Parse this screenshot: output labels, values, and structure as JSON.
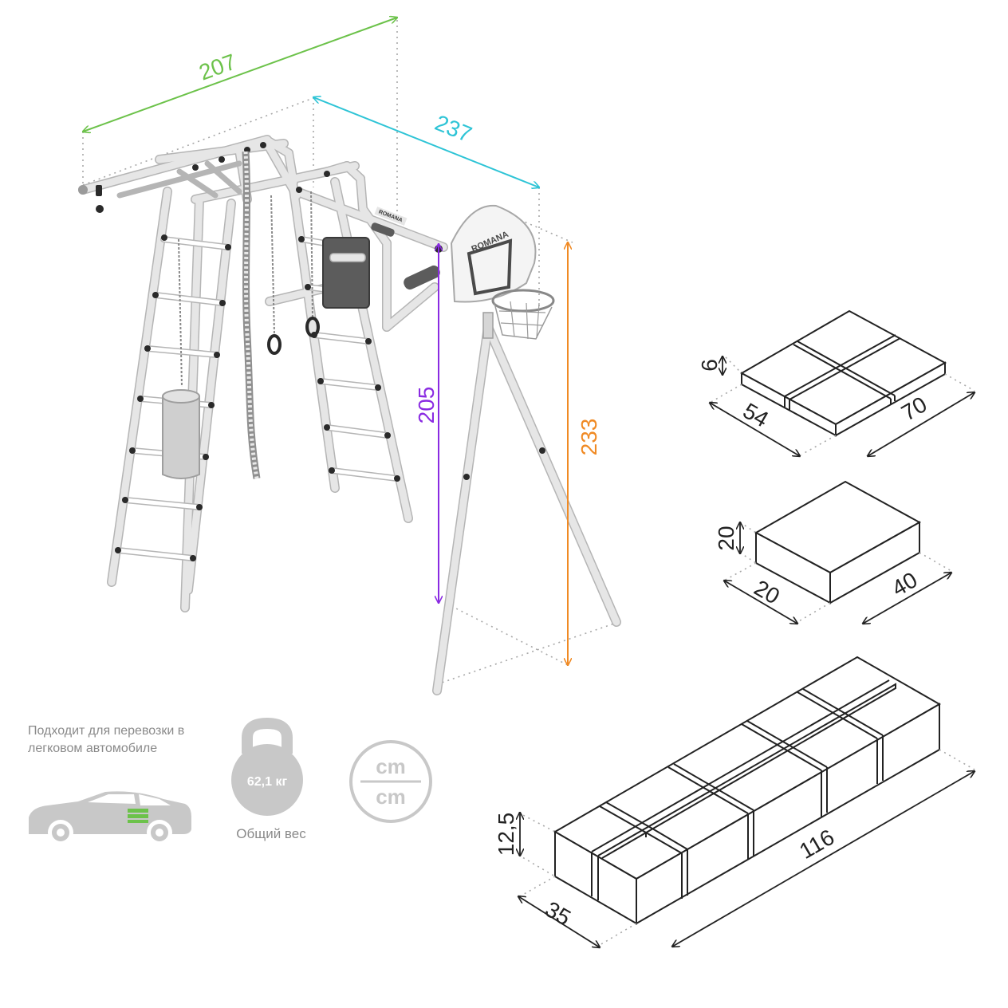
{
  "product": {
    "dimensions": {
      "width": "207",
      "length": "237",
      "height": "233",
      "bar_height": "205"
    },
    "backboard_brand": "ROMANA",
    "sign_brand": "ROMANA"
  },
  "packages": [
    {
      "height": "6",
      "width": "54",
      "length": "70"
    },
    {
      "height": "20",
      "width": "20",
      "length": "40"
    },
    {
      "height": "12,5",
      "width": "35",
      "length": "116"
    }
  ],
  "info": {
    "car_text": "Подходит для перевозки в легковом автомобиле",
    "weight_value": "62,1 кг",
    "weight_caption": "Общий вес",
    "units_top": "cm",
    "units_bottom": "cm"
  },
  "colors": {
    "width_dim": "#6cc24a",
    "length_dim": "#2ec4d6",
    "height_dim": "#f08a24",
    "bar_dim": "#8a2be2",
    "frame": "#e6e6e6",
    "frame_outline": "#b5b5b5",
    "joint": "#2a2a2a",
    "package_line": "#222222",
    "guide": "#a8a8a8",
    "icon_gray": "#c8c8c8",
    "car_accent": "#6cc24a"
  },
  "icons": [
    "car-icon",
    "kettlebell-icon",
    "units-icon",
    "basketball-hoop",
    "punching-bag"
  ]
}
